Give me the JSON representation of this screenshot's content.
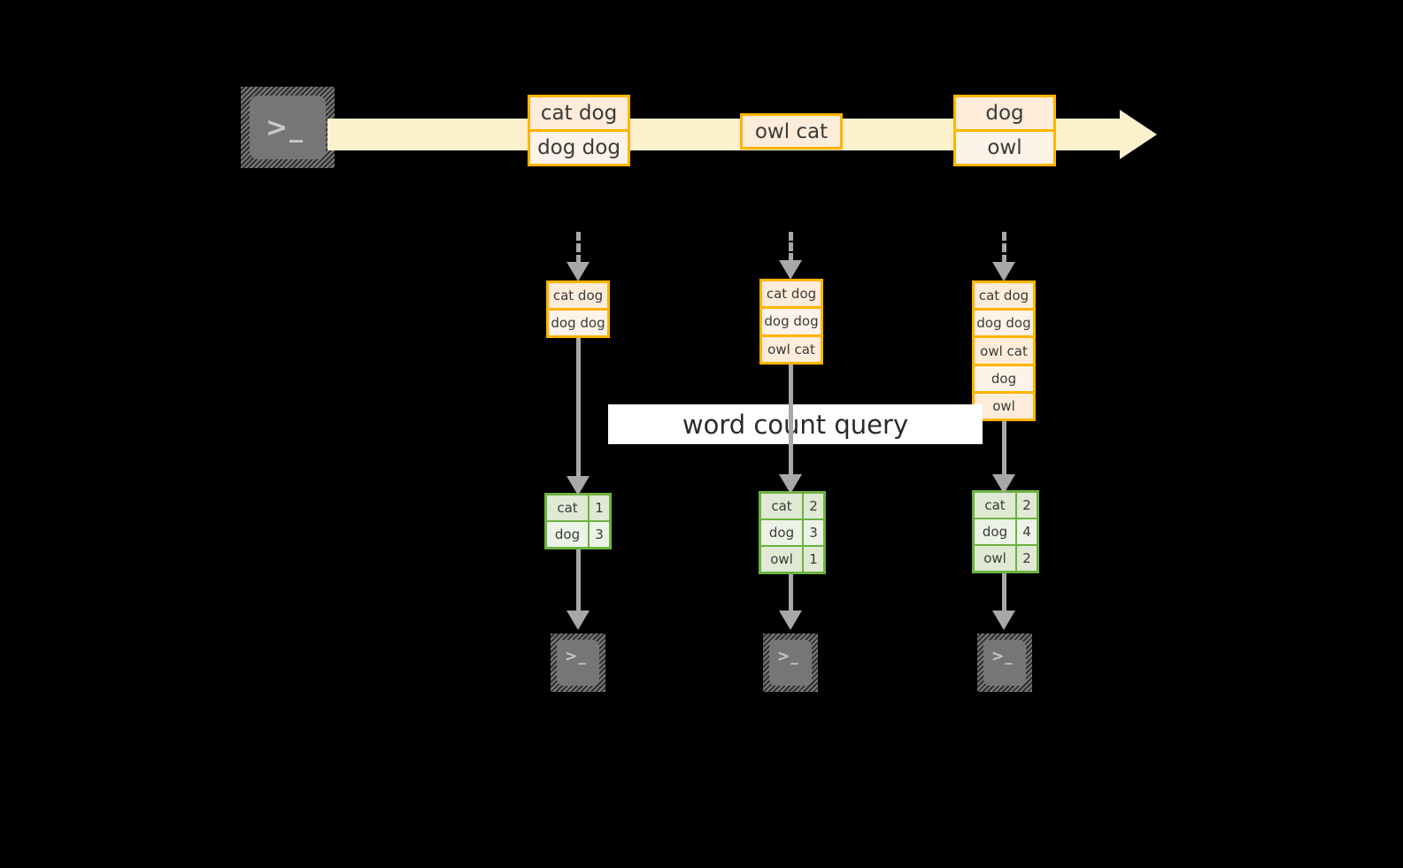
{
  "diagram": {
    "title_label": "word count query",
    "source_terminal": {
      "icon": "terminal-icon",
      "glyph": ">_"
    },
    "stream": {
      "direction": "left-to-right",
      "color": "#fdf0cd",
      "border_color": "#ffb400",
      "events": [
        {
          "id": "event-group-1",
          "lines": [
            "cat dog",
            "dog dog"
          ]
        },
        {
          "id": "event-group-2",
          "lines": [
            "owl cat"
          ]
        },
        {
          "id": "event-group-3",
          "lines": [
            "dog",
            "owl"
          ]
        }
      ]
    },
    "snapshots": [
      {
        "id": "snapshot-1",
        "state_rows": [
          "cat dog",
          "dog dog"
        ],
        "result_header": null,
        "result_rows": [
          {
            "word": "cat",
            "count": "1"
          },
          {
            "word": "dog",
            "count": "3"
          }
        ],
        "sink": {
          "icon": "terminal-icon",
          "glyph": ">_"
        }
      },
      {
        "id": "snapshot-2",
        "state_rows": [
          "cat dog",
          "dog dog",
          "owl cat"
        ],
        "result_header": null,
        "result_rows": [
          {
            "word": "cat",
            "count": "2"
          },
          {
            "word": "dog",
            "count": "3"
          },
          {
            "word": "owl",
            "count": "1"
          }
        ],
        "sink": {
          "icon": "terminal-icon",
          "glyph": ">_"
        }
      },
      {
        "id": "snapshot-3",
        "state_rows": [
          "cat dog",
          "dog dog",
          "owl cat",
          "dog",
          "owl"
        ],
        "result_header": null,
        "result_rows": [
          {
            "word": "cat",
            "count": "2"
          },
          {
            "word": "dog",
            "count": "4"
          },
          {
            "word": "owl",
            "count": "2"
          }
        ],
        "sink": {
          "icon": "terminal-icon",
          "glyph": ">_"
        }
      }
    ],
    "colors": {
      "background": "#000000",
      "stream_fill": "#fdf0cd",
      "record_border": "#ffb400",
      "record_fill": "#fdecd9",
      "record_fill_light": "#fdf3e8",
      "result_border": "#6cb33f",
      "result_fill": "#dfe9d4",
      "result_fill_light": "#edf2e7",
      "connector": "#a8a8a8",
      "label_bg": "#ffffff",
      "terminal_fill": "#767676"
    }
  }
}
